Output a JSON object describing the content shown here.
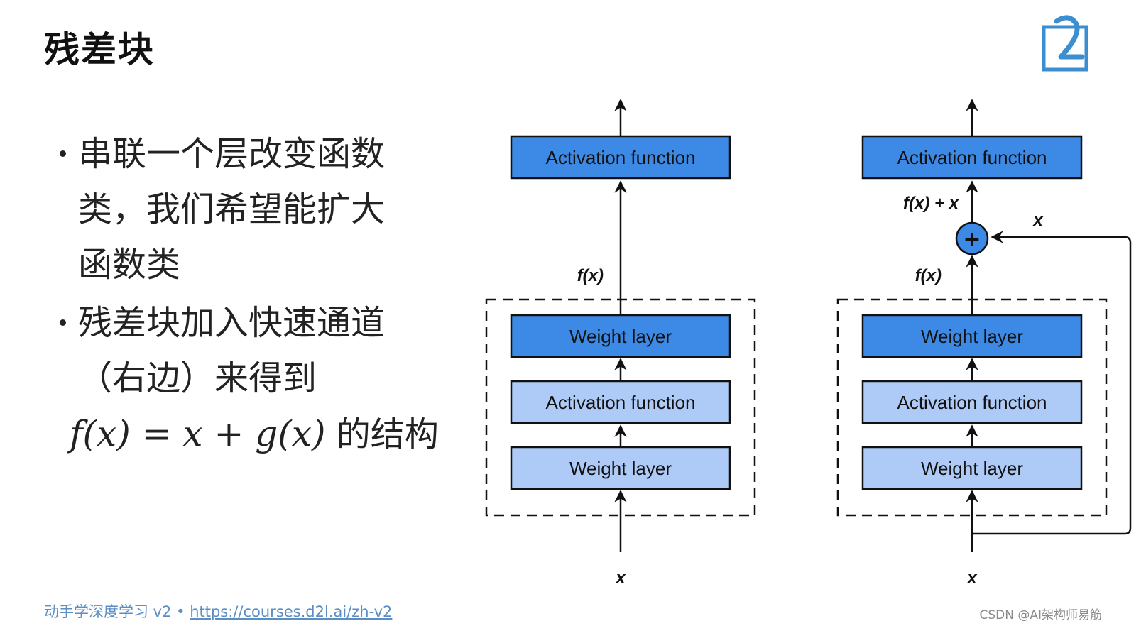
{
  "title": "残差块",
  "bullets": [
    {
      "lines": [
        "串联一个层改变函数",
        "类，我们希望能扩大",
        "函数类"
      ]
    },
    {
      "lines": [
        "残差块加入快速通道",
        "（右边）来得到"
      ],
      "formula": "f(x) = x + g(x)",
      "formula_suffix": "的结构"
    }
  ],
  "diagram_left": {
    "top_block": "Activation function",
    "inner_blocks": [
      "Weight layer",
      "Activation function",
      "Weight layer"
    ],
    "fx_label": "f(x)",
    "input_label": "x"
  },
  "diagram_right": {
    "top_block": "Activation function",
    "inner_blocks": [
      "Weight layer",
      "Activation function",
      "Weight layer"
    ],
    "fx_label": "f(x)",
    "sum_label": "f(x) + x",
    "shortcut_label": "x",
    "plus_symbol": "+",
    "input_label": "x"
  },
  "colors": {
    "dark_block": "#3d8ae6",
    "light_block": "#aecbf7",
    "plus_node": "#3d8ae6",
    "footer": "#5b8fc4"
  },
  "footer": {
    "text": "动手学深度学习 v2 • ",
    "link": "https://courses.d2l.ai/zh-v2"
  },
  "watermark": "CSDN @AI架构师易筋"
}
